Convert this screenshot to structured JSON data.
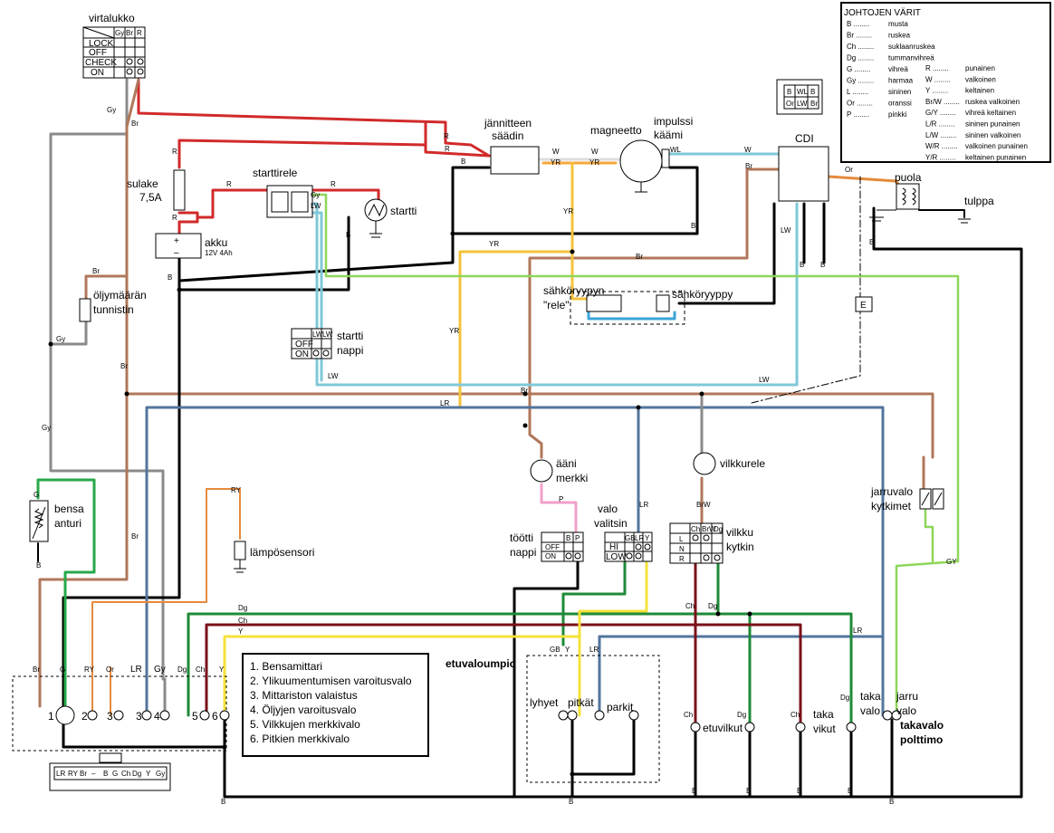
{
  "components": {
    "ignition_title": "virtalukko",
    "ignition_head": [
      "Gy",
      "Br",
      "R"
    ],
    "ignition_rows": [
      "LOCK",
      "OFF",
      "CHECK",
      "ON"
    ],
    "fuse": "sulake",
    "fuse_rating": "7,5A",
    "starter_relay": "starttirele",
    "starter": "startti",
    "battery": "akku",
    "battery_spec": "12V 4Ah",
    "oil_sensor": "öljymäärän",
    "oil_sensor_2": "tunnistin",
    "start_button": "startti",
    "start_button_2": "nappi",
    "start_btn_rows": [
      "OFF",
      "ON"
    ],
    "start_btn_head": [
      "LW",
      "LW"
    ],
    "regulator": "jännitteen",
    "regulator_2": "säädin",
    "magneto": "magneetto",
    "pulse_coil": "impulssi",
    "pulse_coil_2": "käämi",
    "cdi": "CDI",
    "coil": "puola",
    "spark_plug": "tulppa",
    "choke_relay": "sähköryypyn",
    "choke_relay_2": "\"rele\"",
    "choke": "sähköryyppy",
    "fuel_sensor": "bensa",
    "fuel_sensor_2": "anturi",
    "temp_sensor": "lämpösensori",
    "horn": "ääni",
    "horn_2": "merkki",
    "horn_button": "töötti",
    "horn_button_2": "nappi",
    "horn_btn_head": [
      "B",
      "P"
    ],
    "horn_btn_rows": [
      "OFF",
      "ON"
    ],
    "light_selector": "valo",
    "light_selector_2": "valitsin",
    "light_sel_head": [
      "GB",
      "LR",
      "Y"
    ],
    "light_sel_rows": [
      "HI",
      "LOW"
    ],
    "flasher_relay": "vilkkurele",
    "blinker_switch": "vilkku",
    "blinker_switch_2": "kytkin",
    "blinker_head": [
      "Ch",
      "BrW",
      "Dg"
    ],
    "blinker_rows": [
      "L",
      "N",
      "R"
    ],
    "brake_switches": "jarruvalo",
    "brake_switches_2": "kytkimet",
    "headlamp": "etuvaloumpio",
    "low_beam": "lyhyet",
    "high_beam": "pitkät",
    "parking": "parkit",
    "front_blinkers": "etuvilkut",
    "rear_blinkers": "taka",
    "rear_blinkers_2": "vikut",
    "tail_light": "taka",
    "tail_light_2": "valo",
    "brake_light": "jarru",
    "brake_light_2": "valo",
    "tail_bulb": "takavalo",
    "tail_bulb_2": "polttimo",
    "earth_label": "E"
  },
  "connector_top": [
    "B",
    "WL",
    "B",
    "Or",
    "LW",
    "Br"
  ],
  "dash_connector": [
    "LR",
    "RY",
    "Br",
    "–",
    "B",
    "G",
    "Ch",
    "Dg",
    "Y",
    "Gy"
  ],
  "gauge_numbers": [
    "1",
    "2",
    "3",
    "3",
    "4",
    "5",
    "6"
  ],
  "gauge_wires": [
    "Br",
    "G",
    "RY",
    "Or",
    "LR",
    "Gy",
    "Dg",
    "Ch",
    "Y"
  ],
  "gauge_legend": [
    "1. Bensamittari",
    "2. Ylikuumentumisen varoitusvalo",
    "3. Mittariston valaistus",
    "4. Öljyjen varoitusvalo",
    "5. Vilkkujen merkkivalo",
    "6. Pitkien merkkivalo"
  ],
  "legend": {
    "title": "JOHTOJEN VÄRIT",
    "left": [
      [
        "B",
        "musta"
      ],
      [
        "Br",
        "ruskea"
      ],
      [
        "Ch",
        "suklaanruskea"
      ],
      [
        "Dg",
        "tummanvihreä"
      ],
      [
        "G",
        "vihreä"
      ],
      [
        "Gy",
        "harmaa"
      ],
      [
        "L",
        "sininen"
      ],
      [
        "Or",
        "oranssi"
      ],
      [
        "P",
        "pinkki"
      ]
    ],
    "right": [
      [
        "R",
        "punainen"
      ],
      [
        "W",
        "valkoinen"
      ],
      [
        "Y",
        "keltainen"
      ],
      [
        "Br/W",
        "ruskea valkoinen"
      ],
      [
        "G/Y",
        "vihreä keltainen"
      ],
      [
        "L/R",
        "sininen punainen"
      ],
      [
        "L/W",
        "sininen valkoinen"
      ],
      [
        "W/R",
        "valkoinen punainen"
      ],
      [
        "Y/R",
        "keltainen punainen"
      ]
    ]
  },
  "wire_labels": {
    "B": "B",
    "Br": "Br",
    "Gy": "Gy",
    "R": "R",
    "W": "W",
    "WL": "WL",
    "YR": "YR",
    "LW": "LW",
    "LR": "LR",
    "Or": "Or",
    "RY": "RY",
    "P": "P",
    "BrW": "BrW",
    "Dg": "Dg",
    "Ch": "Ch",
    "Y": "Y",
    "GY": "GY",
    "GB": "GB",
    "G": "G"
  },
  "colors": {
    "black": "#000000",
    "brown": "#b0775a",
    "gray": "#8a8a8a",
    "red": "#d12a2a",
    "white": "#dddddd",
    "yellow": "#f5e23a",
    "lightblue": "#7fc8d8",
    "blue": "#52759c",
    "green": "#27a84a",
    "darkred": "#7a1018",
    "orange": "#e58a3c",
    "pink": "#f0a0c8",
    "ygreen": "#8ed65a"
  }
}
